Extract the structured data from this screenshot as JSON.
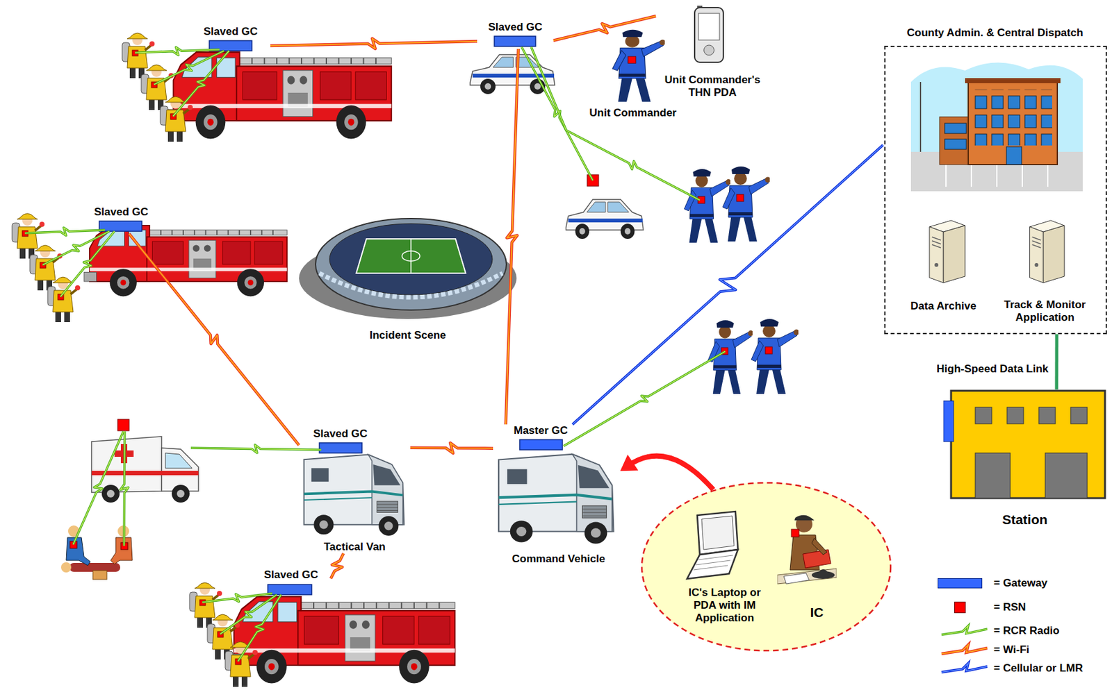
{
  "diagram": {
    "nodes": [
      {
        "text": [
          "Slaved GC"
        ]
      },
      {
        "text": [
          "Slaved GC"
        ]
      },
      {
        "text": [
          "Unit Commander's THN PDA"
        ]
      },
      {
        "text": [
          "Unit Commander"
        ]
      },
      {
        "text": [
          "County Admin. & Central Dispatch"
        ]
      },
      {
        "text": [
          "Data Archive"
        ],
        "in": 4
      },
      {
        "text": [
          "Track & Monitor Application"
        ],
        "in": 4
      },
      {
        "text": [
          "Slaved GC"
        ]
      },
      {
        "text": [
          "Incident Scene"
        ]
      },
      {
        "text": [
          "Station"
        ]
      },
      {
        "text": [
          "Slaved GC",
          "Tactical Van"
        ]
      },
      {
        "text": [
          "Master GC",
          "Command Vehicle"
        ]
      },
      {
        "text": [
          "IC's Laptop or PDA with IM Application",
          "IC"
        ]
      },
      {
        "text": [
          "Slaved GC"
        ]
      }
    ],
    "edges": [
      {
        "from": 0,
        "to": 1,
        "arrow": "none"
      },
      {
        "from": 1,
        "to": 2,
        "arrow": "none"
      },
      {
        "from": 1,
        "to": 11,
        "arrow": "none"
      },
      {
        "from": 7,
        "to": 10,
        "arrow": "none"
      },
      {
        "from": 10,
        "to": 11,
        "arrow": "none"
      },
      {
        "from": 10,
        "to": 13,
        "arrow": "none"
      },
      {
        "from": 11,
        "to": 4,
        "arrow": "none"
      },
      {
        "from": 9,
        "to": 4,
        "label": "High-Speed Data Link",
        "arrow": "none"
      },
      {
        "from": 12,
        "to": 11,
        "arrow": "to"
      }
    ],
    "legend": [
      {
        "text": "= Gateway",
        "color": "#3366ff"
      },
      {
        "text": "= RSN",
        "color": "#ff0000"
      },
      {
        "text": "= RCR Radio"
      },
      {
        "text": "= Wi-Fi"
      },
      {
        "text": "= Cellular or LMR"
      }
    ]
  }
}
